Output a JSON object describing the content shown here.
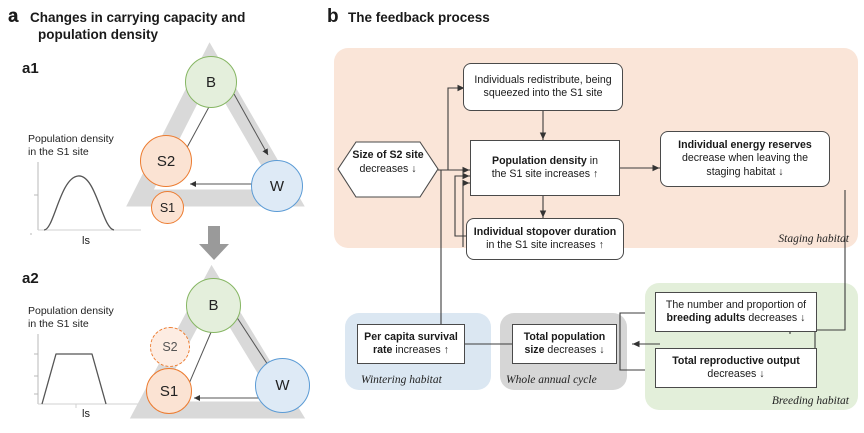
{
  "panel_a": {
    "letter": "a",
    "title_line1": "Changes in carrying capacity and",
    "title_line2": "population density",
    "sub1": "a1",
    "sub2": "a2",
    "chart_caption_line1": "Population density",
    "chart_caption_line2": "in the S1 site",
    "xlabel": "ls",
    "nodes": {
      "b": "B",
      "w": "W",
      "s1": "S1",
      "s2": "S2"
    },
    "transition_arrow": "down-arrow"
  },
  "panel_b": {
    "letter": "b",
    "title": "The feedback process",
    "habitats": {
      "staging": "Staging habitat",
      "wintering": "Wintering habitat",
      "annual_cycle": "Whole annual cycle",
      "breeding": "Breeding habitat"
    },
    "boxes": {
      "trigger": {
        "strong": "Size of S2 site",
        "rest": "decreases ↓"
      },
      "redistribute": {
        "strong": "",
        "line1": "Individuals redistribute, being",
        "line2": "squeezed into the S1 site"
      },
      "density": {
        "strong": "Population density",
        "rest": "in",
        "line2": "the S1 site increases ↑"
      },
      "stopover": {
        "strong": "Individual stopover duration",
        "line2": "in the S1 site increases ↑"
      },
      "energy": {
        "strong": "Individual energy reserves",
        "line2": "decrease when leaving the",
        "line3": "staging habitat ↓"
      },
      "survival": {
        "strong": "Per capita survival",
        "line2strong": "rate",
        "line2rest": "increases ↑"
      },
      "popsize": {
        "strong": "Total population",
        "line2strong": "size",
        "line2rest": "decreases ↓"
      },
      "breeding_adults": {
        "line1": "The number and proportion of",
        "strong": "breeding adults",
        "rest": "decreases ↓"
      },
      "reproductive": {
        "strong": "Total reproductive output",
        "line2": "decreases ↓"
      }
    }
  },
  "chart_data": [
    {
      "type": "line",
      "id": "a1-density-curve",
      "title": "Population density in the S1 site",
      "xlabel": "ls",
      "ylabel": "Population density",
      "shape": "bell",
      "x": [
        0,
        10,
        20,
        30,
        40,
        50,
        60,
        70,
        80,
        90,
        100
      ],
      "y": [
        0,
        20,
        48,
        72,
        88,
        95,
        88,
        72,
        48,
        20,
        0
      ],
      "ylim": [
        0,
        100
      ],
      "grid": false,
      "legend": "none"
    },
    {
      "type": "line",
      "id": "a2-density-curve",
      "title": "Population density in the S1 site",
      "xlabel": "ls",
      "ylabel": "Population density",
      "shape": "plateau",
      "x": [
        0,
        5,
        12,
        20,
        30,
        40,
        50,
        58,
        65,
        72,
        78
      ],
      "y": [
        0,
        30,
        70,
        88,
        88,
        88,
        88,
        88,
        80,
        40,
        0
      ],
      "ylim": [
        0,
        100
      ],
      "grid": false,
      "legend": "none"
    }
  ],
  "colors": {
    "breeding_node": "#e4efdc",
    "breeding_node_border": "#86b663",
    "staging_node": "#fbe3d3",
    "staging_node_border": "#ec7c31",
    "wintering_node": "#deeaf6",
    "wintering_node_border": "#5b9bd5",
    "flow_band": "#d9d9d9",
    "staging_panel": "#fae5d8",
    "wintering_panel": "#dbe7f2",
    "annual_cycle_panel": "#d6d6d6",
    "breeding_panel": "#e3efda"
  }
}
